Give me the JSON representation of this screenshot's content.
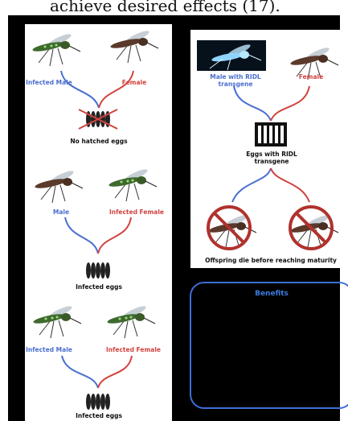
{
  "caption": "achieve desired effects (17).",
  "colors": {
    "male_blue": "#4a6fd0",
    "female_red": "#d1433f",
    "benefits_border": "#3d6fd6"
  },
  "left_panel": {
    "row1": {
      "male": "Infected Male",
      "female": "Female",
      "result": "No hatched eggs"
    },
    "row2": {
      "male": "Male",
      "female": "Infected Female",
      "result": "Infected eggs"
    },
    "row3": {
      "male": "Infected Male",
      "female": "Infected Female",
      "result": "Infected eggs"
    }
  },
  "right_panel": {
    "male": "Male with RIDL transgene",
    "female": "Female",
    "eggs": "Eggs with RIDL transgene",
    "result": "Offspring die before reaching maturity"
  },
  "benefits": {
    "title": "Benefits"
  }
}
